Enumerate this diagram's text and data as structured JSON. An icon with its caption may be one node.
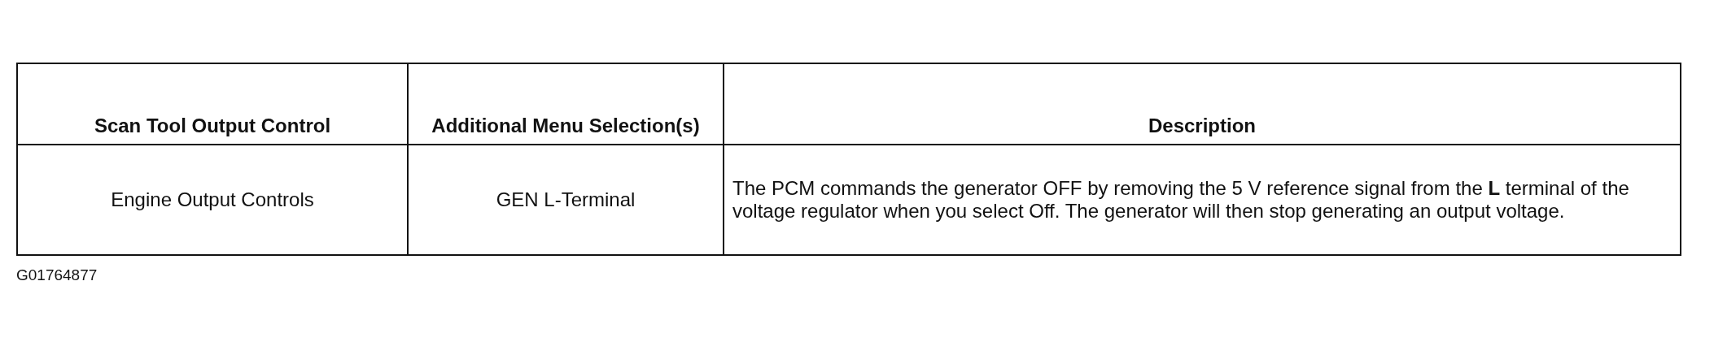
{
  "diagram": {
    "labels": [
      "Scan Tool Output Control",
      "Additional Menu Selection(s)",
      "Description",
      "Engine Output Controls",
      "GEN L-Terminal",
      "The PCM commands the generator OFF by removing the 5 V reference signal from the **L** terminal of the voltage regulator when you select Off. The generator will then stop generating an output voltage.",
      "G01764877"
    ]
  }
}
